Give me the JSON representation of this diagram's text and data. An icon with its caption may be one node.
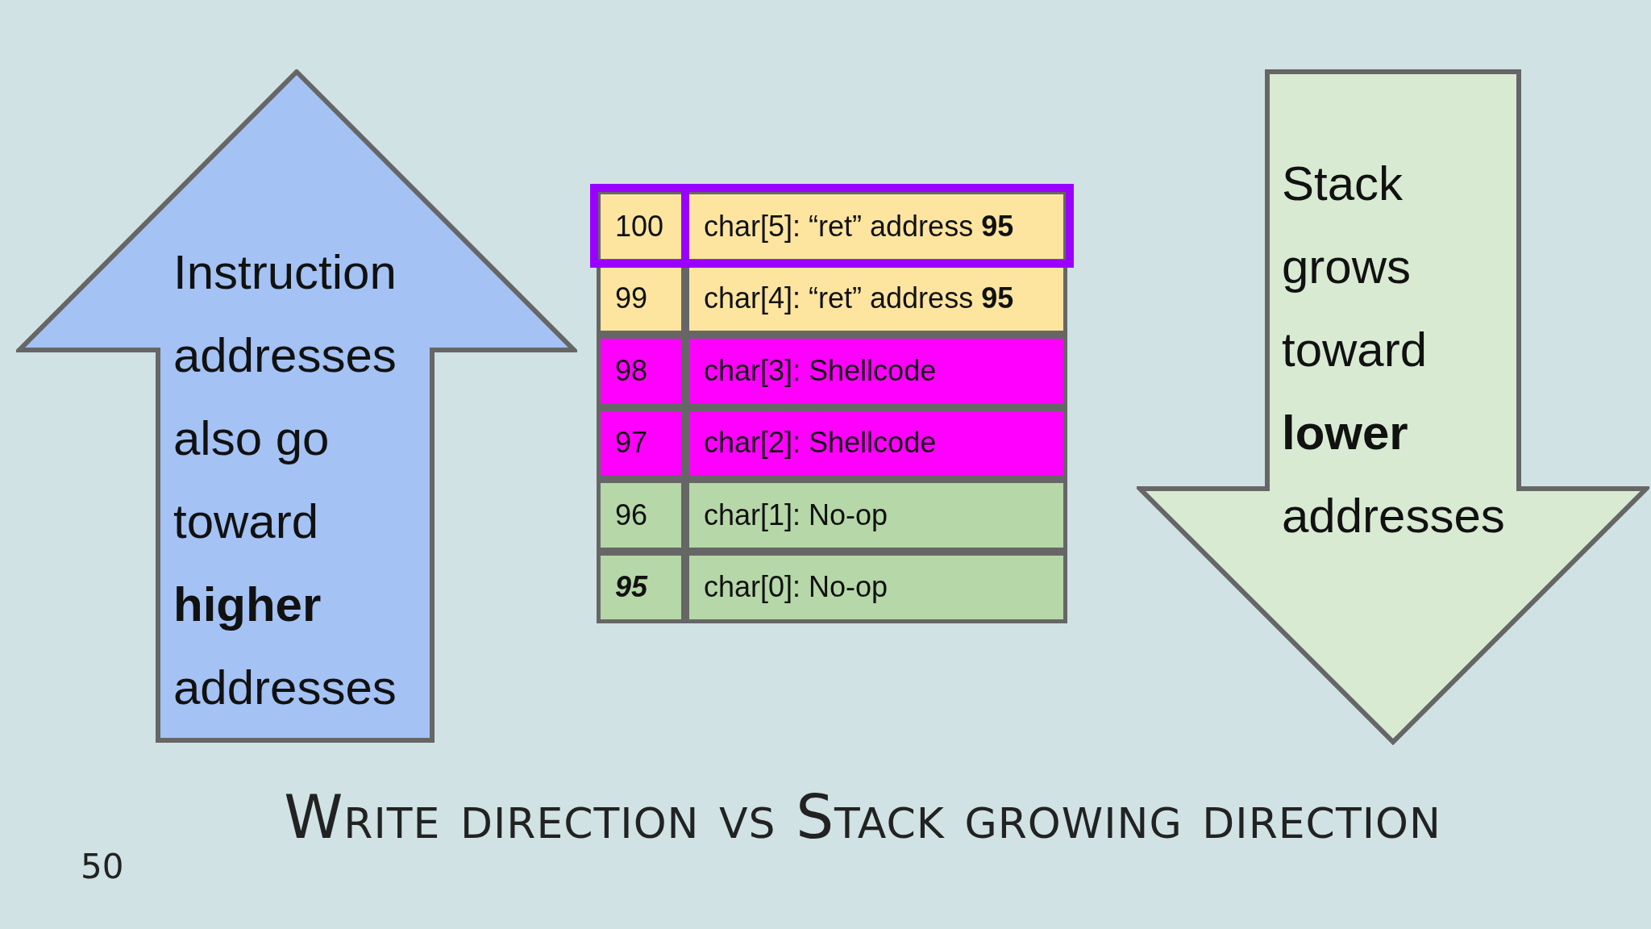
{
  "diagram": {
    "title": "Write direction vs Stack growing direction",
    "nodes": [
      {
        "text": [
          "Instruction addresses also go toward **higher** addresses"
        ]
      },
      {
        "text": [
          "Stack grows toward **lower** addresses"
        ]
      }
    ],
    "labels": [
      "100",
      "char[5]: “ret” address **95**",
      "99",
      "char[4]: “ret” address **95**",
      "98",
      "char[3]: Shellcode",
      "97",
      "char[2]: Shellcode",
      "96",
      "char[1]: No-op",
      "95",
      "char[0]: No-op",
      "50"
    ]
  }
}
